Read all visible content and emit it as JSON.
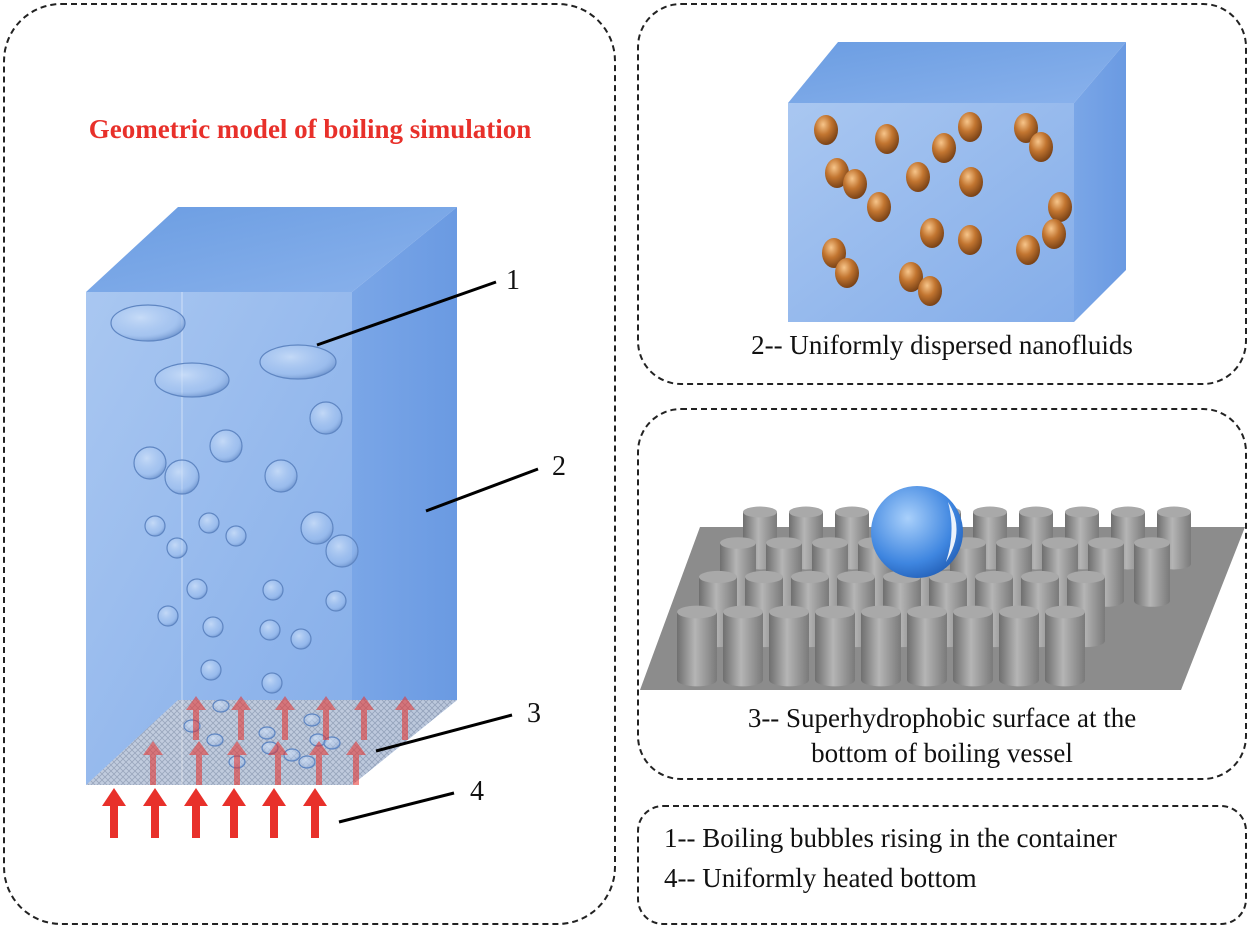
{
  "title": "Geometric model of boiling simulation",
  "labels": {
    "l1": "1",
    "l2": "2",
    "l3": "3",
    "l4": "4"
  },
  "captions": {
    "nanofluids": "2-- Uniformly dispersed nanofluids",
    "surface_line1": "3-- Superhydrophobic surface at the",
    "surface_line2": "bottom of boiling vessel",
    "legend_line1": "1-- Boiling bubbles rising in the container",
    "legend_line2": "4-- Uniformly heated bottom"
  },
  "colors": {
    "title": "#e8302a",
    "liquid_front": "#8fb6ec",
    "liquid_top": "#6d9ee3",
    "liquid_side": "#7eaae8",
    "arrow": "#e8302a",
    "particle": "#b8692a",
    "pillar": "#8a8a8a",
    "droplet": "#4d8fe0"
  }
}
